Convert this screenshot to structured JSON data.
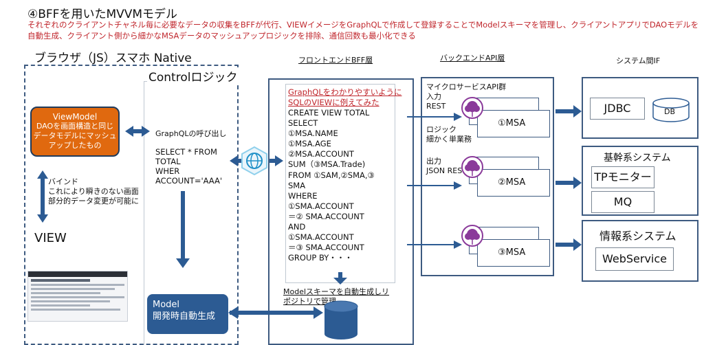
{
  "title": "④BFFを用いたMVVMモデル",
  "description": "それぞれのクライアントチャネル毎に必要なデータの収集をBFFが代行、VIEWイメージをGraphQLで作成して登録することでModelスキーマを管理し、クライアントアプリでDAOモデルを自動生成、クライアント側から細かなMSAデータのマッシュアップロジックを排除、通信回数も最小化できる",
  "browser": {
    "label": "ブラウザ（JS）スマホ  Native",
    "control_label": "Controlロジック",
    "viewmodel_lines": [
      "ViewModel",
      "DAOを画面構造と同じ",
      "データモデルにマッシュ",
      "アップしたもの"
    ],
    "bind_lines": [
      "バインド",
      "これにより瞬きのない画面",
      "部分的データ変更が可能に"
    ],
    "view_label": "VIEW",
    "graphql_call": "GraphQLの呼び出し",
    "select_code": "SELECT * FROM\nTOTAL\nWHER\nACCOUNT='AAA'",
    "model_lines": [
      "Model",
      "開発時自動生成"
    ]
  },
  "bff": {
    "label": "フロントエンドBFF層",
    "red_lines": [
      "GraphQLをわかりやすいように",
      "SQLのVIEWに例えてみた"
    ],
    "code": "CREATE VIEW TOTAL\nSELECT\n①MSA.NAME\n①MSA.AGE\n②MSA.ACCOUNT\nSUM（③MSA.Trade)\nFROM ①SAM,②SMA,③\nSMA\nWHERE\n①SMA.ACCOUNT\n＝② SMA.ACCOUNT\nAND\n①SMA.ACCOUNT\n＝③ SMA.ACCOUNT\nGROUP BY・・・",
    "model_gen_lines": [
      "Modelスキーマを自動生成しリ",
      "ポジトリで管理"
    ]
  },
  "backend": {
    "label": "バックエンドAPI層",
    "text1": [
      "マイクロサービスAPI群",
      "入力",
      "REST"
    ],
    "text2": [
      "ロジック",
      "細かく単業務"
    ],
    "text3": [
      "出力",
      "JSON REST"
    ],
    "msa": [
      "①MSA",
      "②MSA",
      "③MSA"
    ]
  },
  "systems": {
    "label": "システム間IF",
    "jdbc": "JDBC",
    "db": "DB",
    "core_title": "基幹系システム",
    "tp": "TPモニター",
    "mq": "MQ",
    "info_title": "情報系システム",
    "webservice": "WebService"
  }
}
